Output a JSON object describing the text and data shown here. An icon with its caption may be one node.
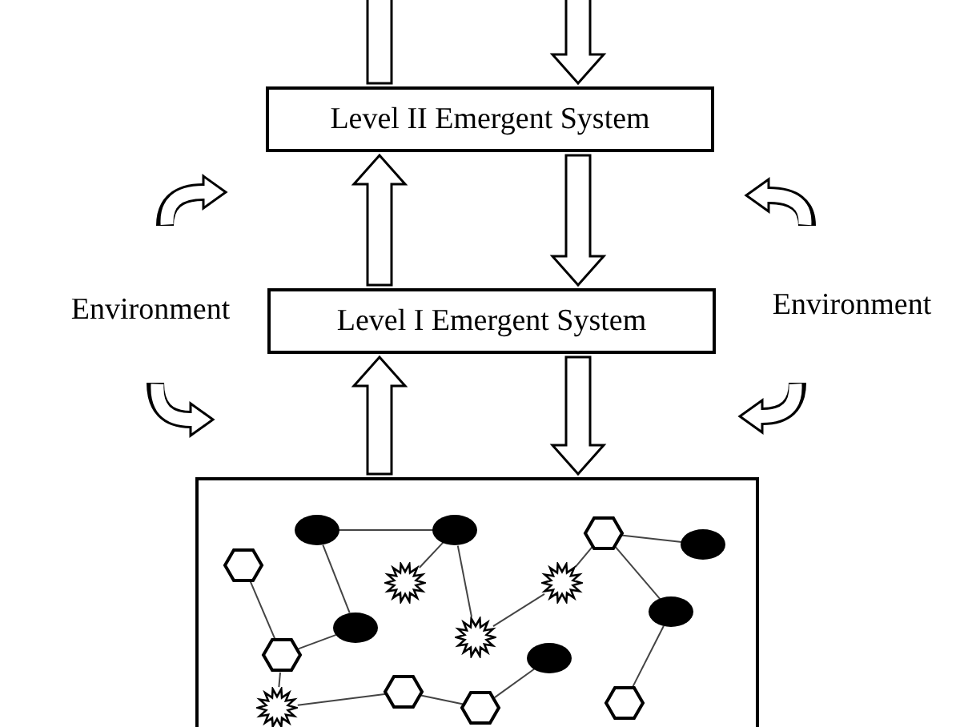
{
  "diagram": {
    "nodes": [
      {
        "text": [
          "Level II Emergent System"
        ]
      },
      {
        "text": [
          "Environment"
        ]
      },
      {
        "text": [
          "Level I Emergent System"
        ]
      },
      {
        "text": [
          "Environment"
        ]
      },
      {
        "text": [],
        "shape": "box"
      },
      {
        "text": [],
        "shape": "ellipse",
        "in": 4
      },
      {
        "text": [],
        "shape": "ellipse",
        "in": 4
      },
      {
        "text": [],
        "shape": "hexagon",
        "in": 4
      },
      {
        "text": [],
        "shape": "ellipse",
        "in": 4
      },
      {
        "text": [],
        "shape": "hexagon",
        "in": 4
      },
      {
        "text": [],
        "shape": "star",
        "in": 4
      },
      {
        "text": [],
        "shape": "star",
        "in": 4
      },
      {
        "text": [],
        "shape": "ellipse",
        "in": 4
      },
      {
        "text": [],
        "shape": "ellipse",
        "in": 4
      },
      {
        "text": [],
        "shape": "star",
        "in": 4
      },
      {
        "text": [],
        "shape": "hexagon",
        "in": 4
      },
      {
        "text": [],
        "shape": "ellipse",
        "in": 4
      },
      {
        "text": [],
        "shape": "hexagon",
        "in": 4
      },
      {
        "text": [],
        "shape": "hexagon",
        "in": 4
      },
      {
        "text": [],
        "shape": "star",
        "in": 4
      },
      {
        "text": [],
        "shape": "hexagon",
        "in": 4
      }
    ],
    "edges": [
      {
        "from": 0,
        "to": null,
        "arrow": "none",
        "style": "thick",
        "color": "#ffffff"
      },
      {
        "from": null,
        "to": 0,
        "arrow": "to",
        "style": "thick",
        "color": "#ffffff"
      },
      {
        "from": 2,
        "to": 0,
        "arrow": "to",
        "style": "thick",
        "color": "#ffffff"
      },
      {
        "from": 0,
        "to": 2,
        "arrow": "to",
        "style": "thick",
        "color": "#ffffff"
      },
      {
        "from": 4,
        "to": 2,
        "arrow": "to",
        "style": "thick",
        "color": "#ffffff"
      },
      {
        "from": 2,
        "to": 4,
        "arrow": "to",
        "style": "thick",
        "color": "#ffffff"
      },
      {
        "from": 5,
        "to": 6,
        "arrow": "none"
      },
      {
        "from": 5,
        "to": 13,
        "arrow": "none"
      },
      {
        "from": 6,
        "to": 10,
        "arrow": "none"
      },
      {
        "from": 6,
        "to": 14,
        "arrow": "none"
      },
      {
        "from": 14,
        "to": 11,
        "arrow": "none"
      },
      {
        "from": 11,
        "to": 7,
        "arrow": "none"
      },
      {
        "from": 7,
        "to": 8,
        "arrow": "none"
      },
      {
        "from": 7,
        "to": 12,
        "arrow": "none"
      },
      {
        "from": 12,
        "to": 18,
        "arrow": "none"
      },
      {
        "from": 9,
        "to": 15,
        "arrow": "none"
      },
      {
        "from": 15,
        "to": 13,
        "arrow": "none"
      },
      {
        "from": 15,
        "to": 19,
        "arrow": "none"
      },
      {
        "from": 19,
        "to": 17,
        "arrow": "none"
      },
      {
        "from": 17,
        "to": 20,
        "arrow": "none"
      },
      {
        "from": 20,
        "to": 16,
        "arrow": "none"
      }
    ]
  }
}
